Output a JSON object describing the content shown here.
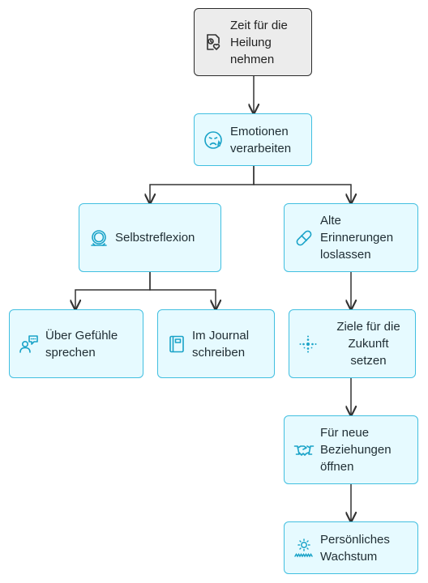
{
  "colors": {
    "node_fill": "#e6faff",
    "node_border": "#41bfe0",
    "icon": "#1aa3c8",
    "root_fill": "#ececec",
    "root_border": "#2b2b2b",
    "edge": "#333333"
  },
  "nodes": {
    "root": {
      "label": "Zeit für die\nHeilung\nnehmen",
      "icon": "calendar-heart-icon"
    },
    "emotions": {
      "label": "Emotionen\nverarbeiten",
      "icon": "sad-face-icon"
    },
    "self_reflection": {
      "label": "Selbstreflexion",
      "icon": "mirror-icon"
    },
    "let_go": {
      "label": "Alte\nErinnerungen\nloslassen",
      "icon": "pill-icon"
    },
    "talk": {
      "label": "Über Gefühle\nsprechen",
      "icon": "person-speech-icon"
    },
    "journal": {
      "label": "Im Journal\nschreiben",
      "icon": "notebook-icon"
    },
    "goals": {
      "label": "Ziele für die\nZukunft\nsetzen",
      "icon": "target-dots-icon"
    },
    "relationships": {
      "label": "Für neue\nBeziehungen\nöffnen",
      "icon": "handshake-icon"
    },
    "growth": {
      "label": "Persönliches\nWachstum",
      "icon": "sun-grass-icon"
    }
  }
}
